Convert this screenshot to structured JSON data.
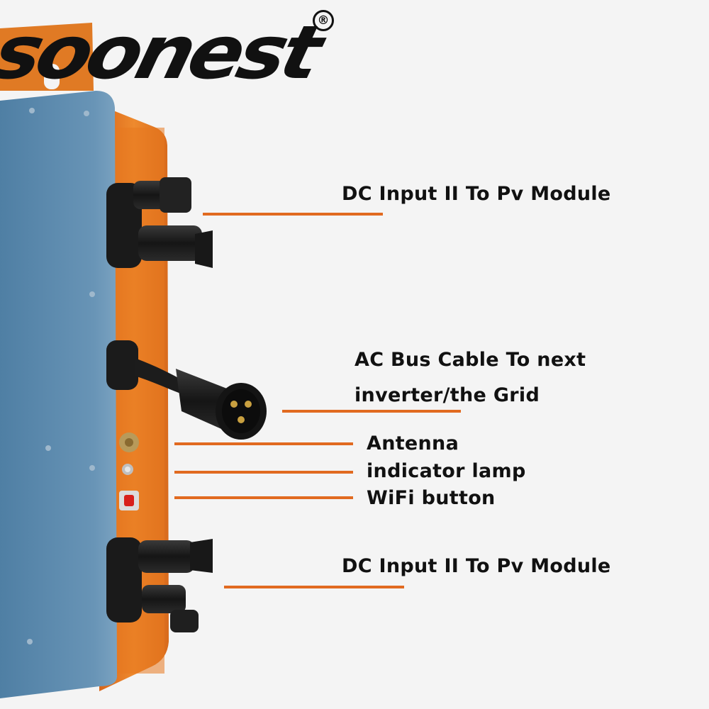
{
  "brand": {
    "name": "soonest",
    "registered_mark": "®"
  },
  "colors": {
    "background": "#f4f4f4",
    "housing_orange": "#e8781f",
    "panel_blue": "#5f8db0",
    "leader_orange": "#e16a20",
    "connector_black": "#1c1c1c",
    "button_red": "#d8201a"
  },
  "callouts": {
    "dc_input_top": "DC Input II To Pv Module",
    "ac_bus_line1": "AC Bus Cable To next",
    "ac_bus_line2": "inverter/the Grid",
    "antenna": "Antenna",
    "indicator_lamp": "indicator lamp",
    "wifi_button": "WiFi button",
    "dc_input_bottom": "DC Input II To Pv Module"
  }
}
